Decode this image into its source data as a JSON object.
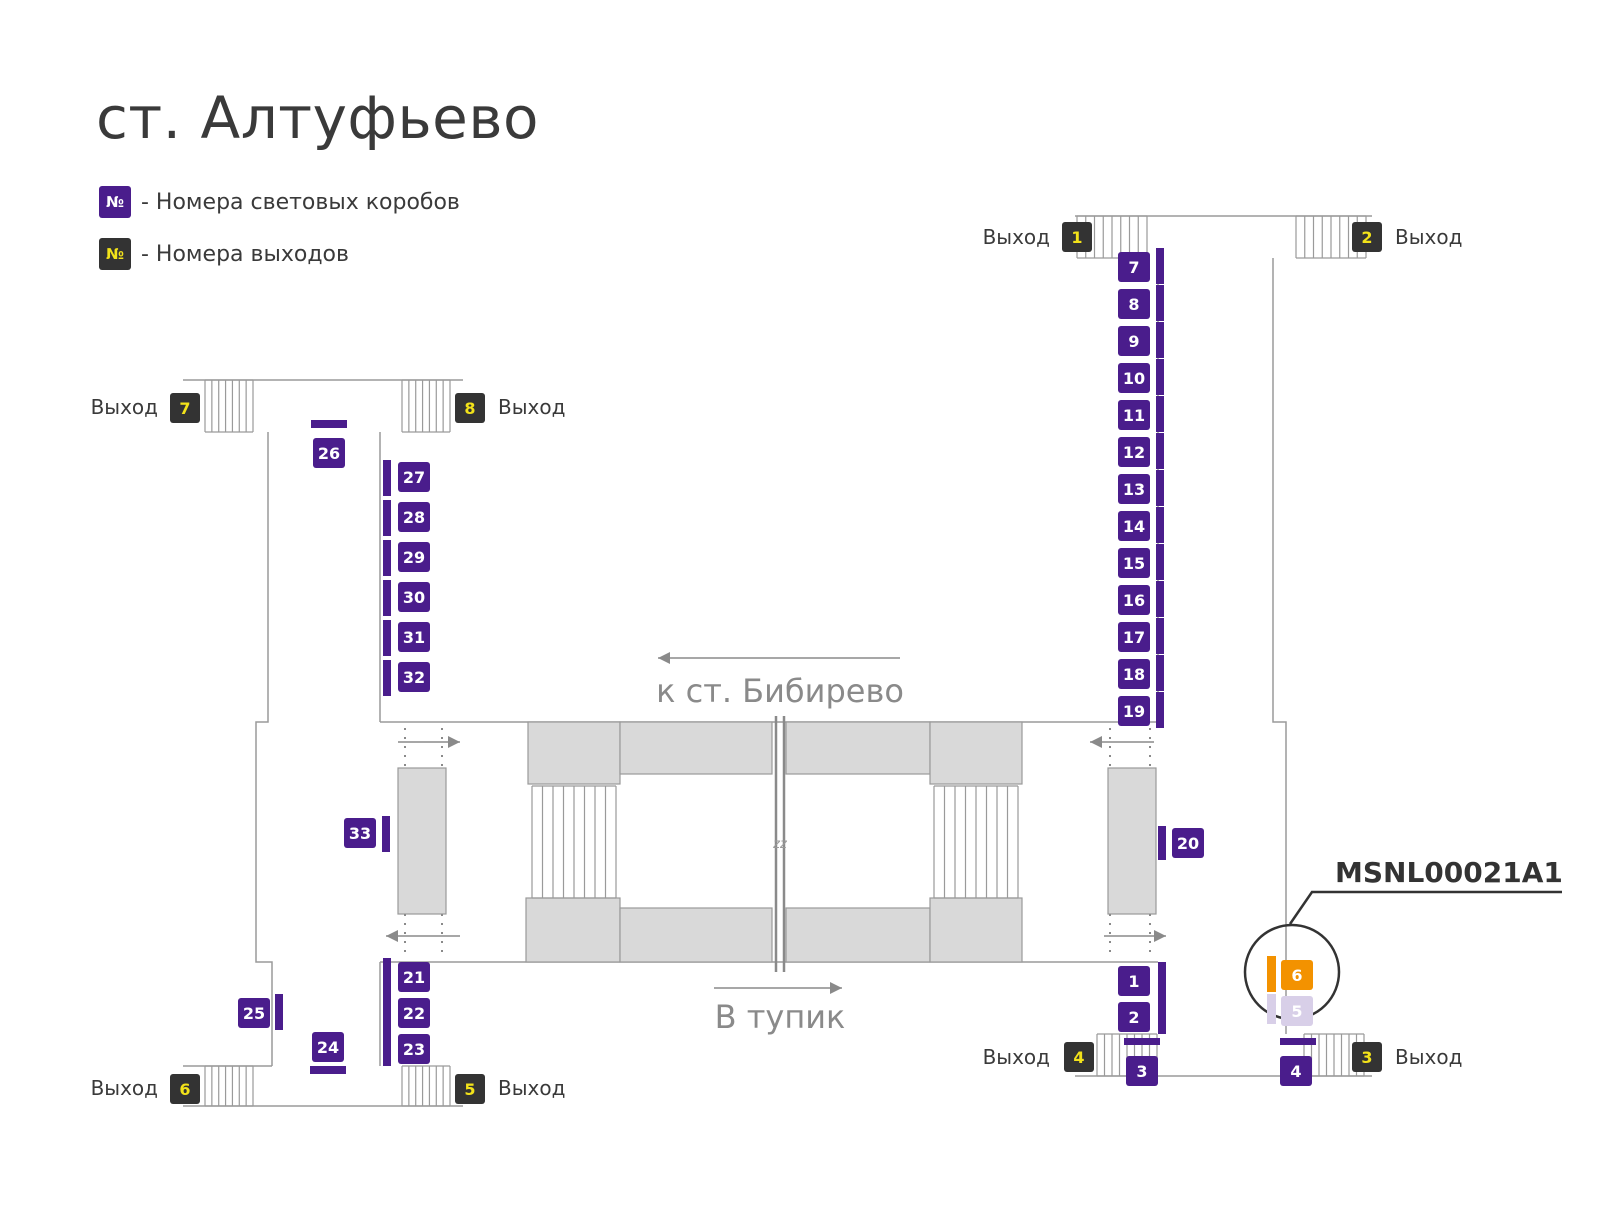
{
  "title": "ст. Алтуфьево",
  "legend": [
    {
      "symbol": "№",
      "text": "- Номера световых коробов",
      "color": "#4a1d8c",
      "text_color": "#ffffff"
    },
    {
      "symbol": "№",
      "text": "- Номера выходов",
      "color": "#333333",
      "text_color": "#f2e21a"
    }
  ],
  "colors": {
    "lightbox": "#4a1d8c",
    "exit": "#333333",
    "exit_text": "#f2e21a",
    "highlight": "#f39200",
    "faded": "#d8cfe8",
    "block": "#d9d9d9",
    "line": "#9a9a9a"
  },
  "exit_label": "Выход",
  "direction_top": "к ст. Бибирево",
  "direction_bottom": "В тупик",
  "zz_mark": "zz",
  "highlight_code": "MSNL00021A1",
  "exits": [
    "1",
    "2",
    "3",
    "4",
    "5",
    "6",
    "7",
    "8"
  ],
  "lightboxes_right_column": [
    "7",
    "8",
    "9",
    "10",
    "11",
    "12",
    "13",
    "14",
    "15",
    "16",
    "17",
    "18",
    "19"
  ],
  "lightboxes_left_column": [
    "27",
    "28",
    "29",
    "30",
    "31",
    "32"
  ],
  "lightboxes_left_bottom": [
    "21",
    "22",
    "23"
  ],
  "lightboxes_right_bottom": [
    "1",
    "2"
  ],
  "lightboxes_other": [
    "3",
    "4",
    "20",
    "24",
    "25",
    "26",
    "33"
  ],
  "highlighted_lightbox": "6",
  "faded_lightbox": "5"
}
